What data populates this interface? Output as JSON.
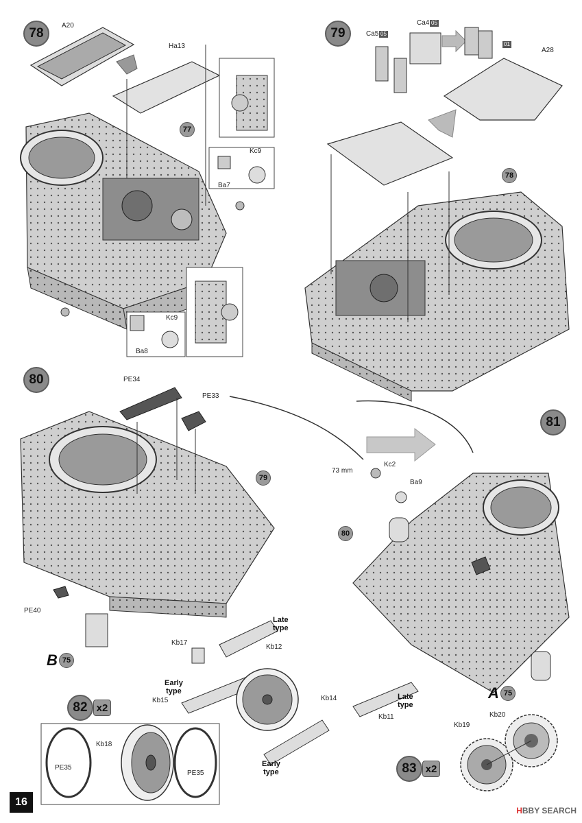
{
  "page_number": "16",
  "watermark": {
    "part1": "H",
    "part2": "BBY SEARCH"
  },
  "step78": {
    "number": "78",
    "parts": {
      "A20": "A20",
      "Ha13": "Ha13",
      "Kc9_top": "Kc9",
      "Ba7": "Ba7",
      "Ba8": "Ba8",
      "Kc9_bottom": "Kc9"
    },
    "ref": "77"
  },
  "step79": {
    "number": "79",
    "parts": {
      "Ca5": "Ca5",
      "Ca4": "Ca4",
      "A28": "A28"
    },
    "sprue_ca5": "05",
    "sprue_ca4": "05",
    "sprue_a28": "01",
    "ref": "78"
  },
  "step80": {
    "number": "80",
    "parts": {
      "PE34": "PE34",
      "PE33": "PE33",
      "PE40": "PE40",
      "Kb17": "Kb17",
      "Kb12": "Kb12",
      "Kb15": "Kb15",
      "Kb14": "Kb14",
      "Kb11": "Kb11"
    },
    "ref": "79",
    "subassembly_letter": "B",
    "subassembly_ref": "75",
    "late_type_1": "Late\ntype",
    "early_type_1": "Early\ntype",
    "late_type_2": "Late\ntype",
    "early_type_2": "Early\ntype"
  },
  "step81": {
    "number": "81",
    "parts": {
      "Kc2": "Kc2",
      "Ba9": "Ba9"
    },
    "length": "73 mm",
    "ref": "80",
    "subassembly_letter": "A",
    "subassembly_ref": "75"
  },
  "step82": {
    "number": "82",
    "multiplier": "x2",
    "parts": {
      "Kb18": "Kb18",
      "PE35_left": "PE35",
      "PE35_right": "PE35"
    }
  },
  "step83": {
    "number": "83",
    "multiplier": "x2",
    "parts": {
      "Kb19": "Kb19",
      "Kb20": "Kb20"
    }
  }
}
